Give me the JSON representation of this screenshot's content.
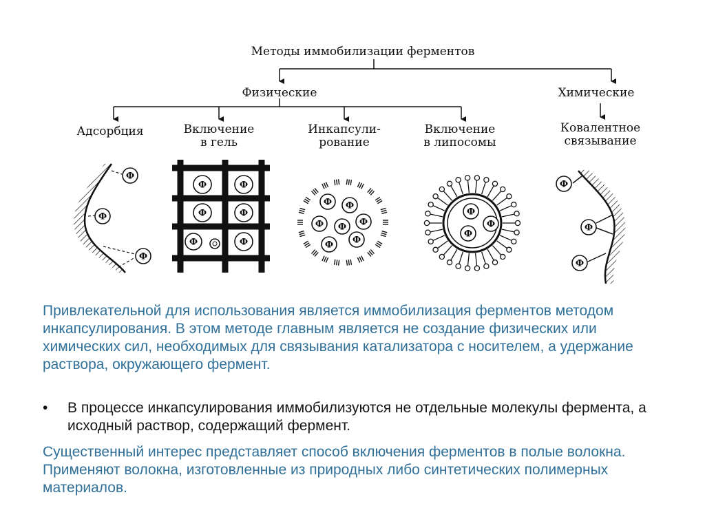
{
  "diagram": {
    "title": "Методы иммобилизации ферментов",
    "physical": "Физические",
    "chemical": "Химические",
    "methods": [
      {
        "line1": "Адсорбция",
        "line2": ""
      },
      {
        "line1": "Включение",
        "line2": "в гель"
      },
      {
        "line1": "Инкапсули-",
        "line2": "рование"
      },
      {
        "line1": "Включение",
        "line2": "в липосомы"
      },
      {
        "line1": "Ковалентное",
        "line2": "связывание"
      }
    ],
    "enzyme_symbol": "Ф"
  },
  "text": {
    "paragraph1": "Привлекательной для использования является иммобилизация ферментов методом инкапсулирования. В этом методе главным является не создание физических или химических сил, необходимых для связывания катализатора с носителем, а удержание раствора, окружающего фермент.",
    "bullet_marker": "•",
    "bullet": "В процессе инкапсулирования иммобилизуются не отдельные молекулы фермента, а исходный раствор, содержащий фермент.",
    "paragraph3": "Существенный интерес представляет способ включения ферментов в полые волокна. Применяют волокна, изготовленные из природных либо синтетических полимерных материалов."
  },
  "colors": {
    "text_blue": "#2f6f98",
    "text_black": "#151515",
    "ink": "#111111"
  }
}
